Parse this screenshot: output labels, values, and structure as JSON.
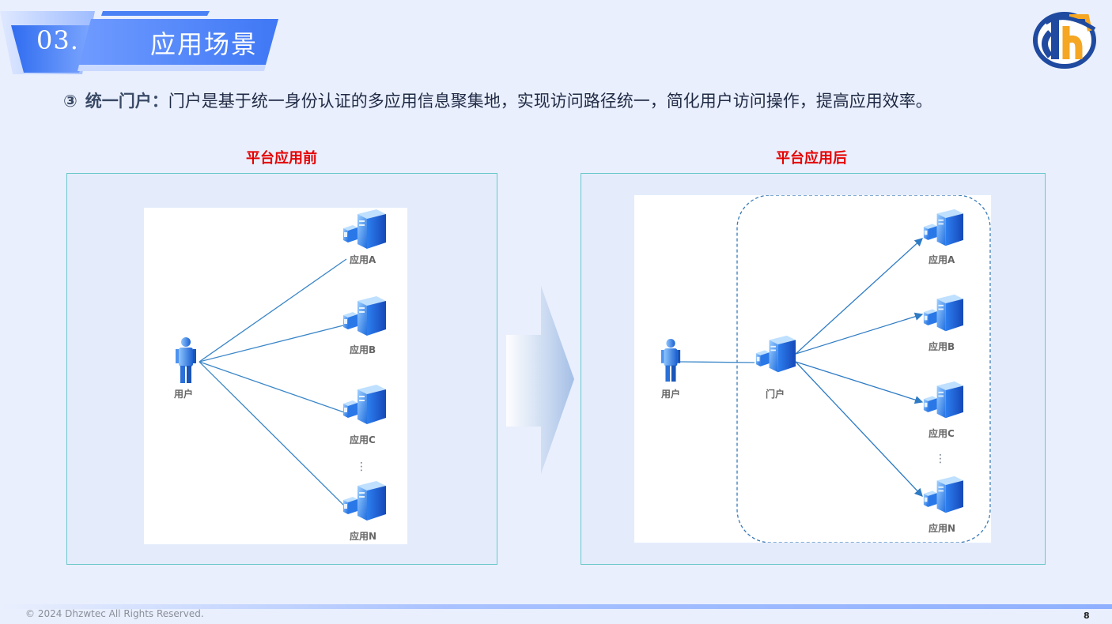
{
  "header": {
    "section_number": "03.",
    "section_title": "应用场景"
  },
  "intro": {
    "marker": "③",
    "term": "统一门户：",
    "text": "门户是基于统一身份认证的多应用信息聚集地，实现访问路径统一，简化用户访问操作，提高应用效率。"
  },
  "before": {
    "title": "平台应用前",
    "user_label": "用户",
    "apps": [
      "应用A",
      "应用B",
      "应用C",
      "应用N"
    ],
    "ellipsis": "⋮"
  },
  "after": {
    "title": "平台应用后",
    "user_label": "用户",
    "portal_label": "门户",
    "apps": [
      "应用A",
      "应用B",
      "应用C",
      "应用N"
    ],
    "ellipsis": "⋮"
  },
  "footer": {
    "copyright": "© 2024  Dhzwtec All Rights Reserved.",
    "page_number": "8"
  },
  "colors": {
    "accent_blue": "#3d7bf2",
    "highlight_red": "#e60000",
    "panel_border": "#67c7c9",
    "line_blue": "#3a86c8"
  }
}
